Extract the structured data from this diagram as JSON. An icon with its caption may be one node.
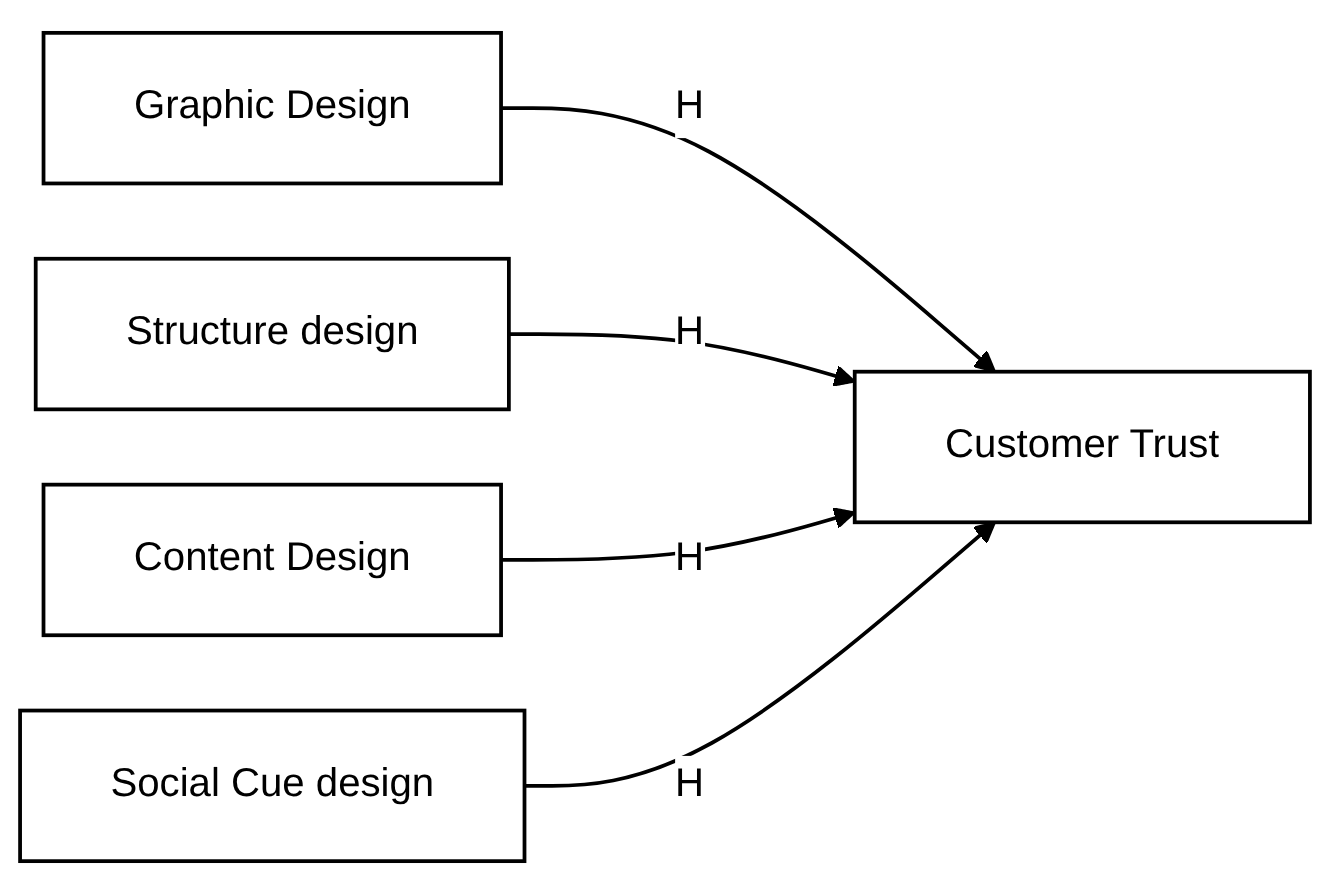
{
  "diagram": {
    "nodes": [
      {
        "text": [
          "Graphic Design"
        ]
      },
      {
        "text": [
          "Structure design"
        ]
      },
      {
        "text": [
          "Content Design"
        ]
      },
      {
        "text": [
          "Social Cue design"
        ]
      },
      {
        "text": [
          "Customer Trust"
        ]
      }
    ],
    "edges": [
      {
        "from": 0,
        "to": 4,
        "arrow": "to",
        "label": "H"
      },
      {
        "from": 1,
        "to": 4,
        "arrow": "to",
        "label": "H"
      },
      {
        "from": 2,
        "to": 4,
        "arrow": "to",
        "label": "H"
      },
      {
        "from": 3,
        "to": 4,
        "arrow": "to",
        "label": "H"
      }
    ]
  }
}
